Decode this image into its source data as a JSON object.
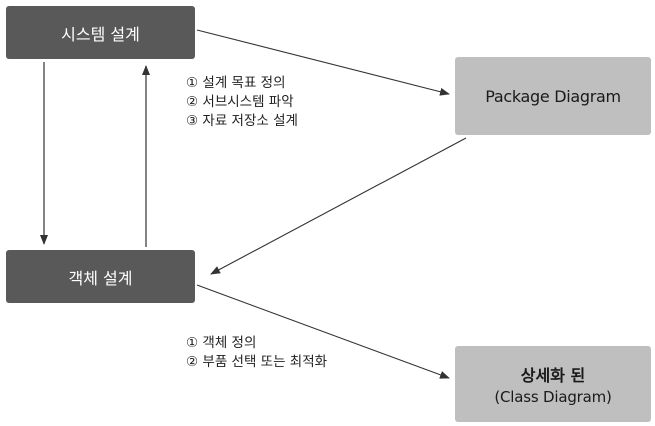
{
  "nodes": {
    "system_design": "시스템 설계",
    "object_design": "객체 설계",
    "package_diagram": "Package Diagram",
    "class_diagram_line1": "상세화 된",
    "class_diagram_line2": "(Class Diagram)"
  },
  "notes": {
    "system_design_steps": [
      "① 설계 목표 정의",
      "② 서브시스템 파악",
      "③ 자료 저장소 설계"
    ],
    "object_design_steps": [
      "① 객체 정의",
      "② 부품 선택 또는 최적화"
    ]
  },
  "colors": {
    "dark_box": "#595959",
    "light_box": "#bfbfbf",
    "arrow": "#333333"
  }
}
